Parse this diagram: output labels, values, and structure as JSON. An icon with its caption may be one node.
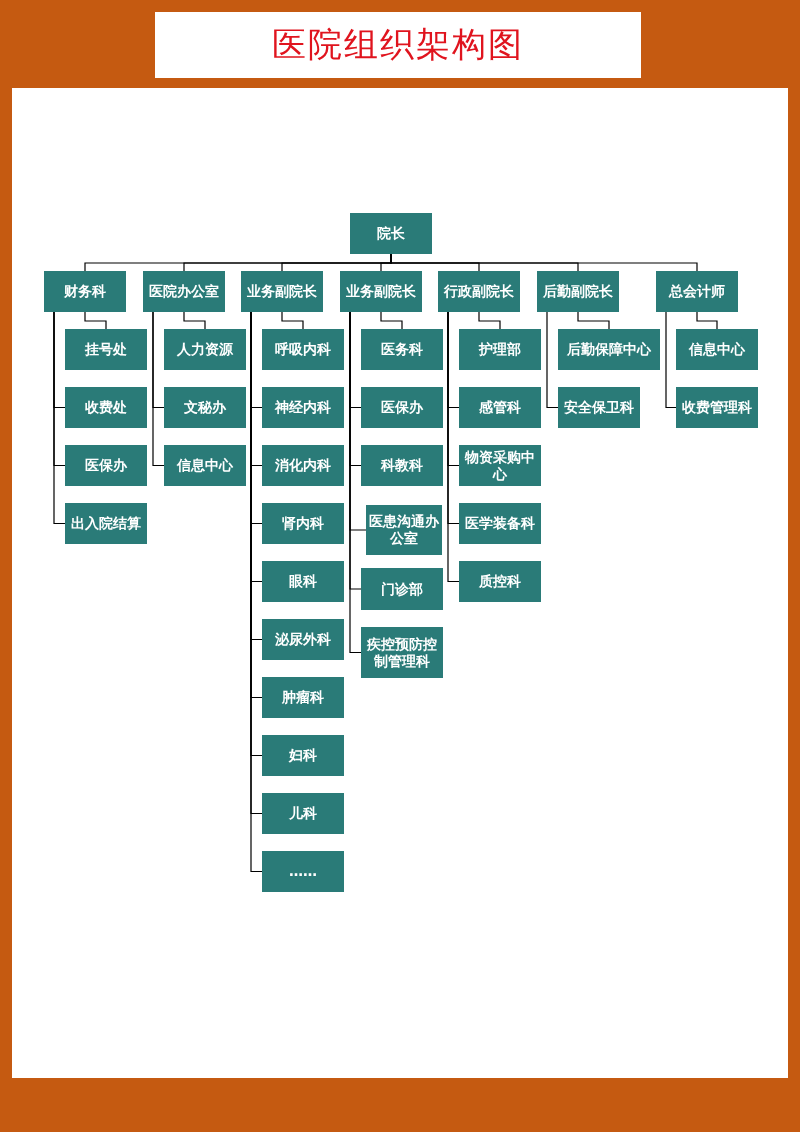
{
  "diagram": {
    "title": "医院组织架构图",
    "nodes": [
      {
        "text": [
          "院长"
        ]
      },
      {
        "text": [
          "财务科"
        ]
      },
      {
        "text": [
          "医院办公室"
        ]
      },
      {
        "text": [
          "业务副院长"
        ]
      },
      {
        "text": [
          "业务副院长"
        ]
      },
      {
        "text": [
          "行政副院长"
        ]
      },
      {
        "text": [
          "后勤副院长"
        ]
      },
      {
        "text": [
          "总会计师"
        ]
      },
      {
        "text": [
          "挂号处"
        ]
      },
      {
        "text": [
          "收费处"
        ]
      },
      {
        "text": [
          "医保办"
        ]
      },
      {
        "text": [
          "出入院结算"
        ]
      },
      {
        "text": [
          "人力资源"
        ]
      },
      {
        "text": [
          "文秘办"
        ]
      },
      {
        "text": [
          "信息中心"
        ]
      },
      {
        "text": [
          "呼吸内科"
        ]
      },
      {
        "text": [
          "神经内科"
        ]
      },
      {
        "text": [
          "消化内科"
        ]
      },
      {
        "text": [
          "肾内科"
        ]
      },
      {
        "text": [
          "眼科"
        ]
      },
      {
        "text": [
          "泌尿外科"
        ]
      },
      {
        "text": [
          "肿瘤科"
        ]
      },
      {
        "text": [
          "妇科"
        ]
      },
      {
        "text": [
          "儿科"
        ]
      },
      {
        "text": [
          "……"
        ]
      },
      {
        "text": [
          "医务科"
        ]
      },
      {
        "text": [
          "医保办"
        ]
      },
      {
        "text": [
          "科教科"
        ]
      },
      {
        "text": [
          "医患沟通办公室"
        ]
      },
      {
        "text": [
          "门诊部"
        ]
      },
      {
        "text": [
          "疾控预防控制管理科"
        ]
      },
      {
        "text": [
          "护理部"
        ]
      },
      {
        "text": [
          "感管科"
        ]
      },
      {
        "text": [
          "物资采购中心"
        ]
      },
      {
        "text": [
          "医学装备科"
        ]
      },
      {
        "text": [
          "质控科"
        ]
      },
      {
        "text": [
          "后勤保障中心"
        ]
      },
      {
        "text": [
          "安全保卫科"
        ]
      },
      {
        "text": [
          "信息中心"
        ]
      },
      {
        "text": [
          "收费管理科"
        ]
      }
    ],
    "edges": [
      {
        "from": 0,
        "to": 1,
        "arrow": "none"
      },
      {
        "from": 0,
        "to": 2,
        "arrow": "none"
      },
      {
        "from": 0,
        "to": 3,
        "arrow": "none"
      },
      {
        "from": 0,
        "to": 4,
        "arrow": "none"
      },
      {
        "from": 0,
        "to": 5,
        "arrow": "none"
      },
      {
        "from": 0,
        "to": 6,
        "arrow": "none"
      },
      {
        "from": 0,
        "to": 7,
        "arrow": "none"
      },
      {
        "from": 1,
        "to": 8,
        "arrow": "none"
      },
      {
        "from": 1,
        "to": 9,
        "arrow": "none"
      },
      {
        "from": 1,
        "to": 10,
        "arrow": "none"
      },
      {
        "from": 1,
        "to": 11,
        "arrow": "none"
      },
      {
        "from": 2,
        "to": 12,
        "arrow": "none"
      },
      {
        "from": 2,
        "to": 13,
        "arrow": "none"
      },
      {
        "from": 2,
        "to": 14,
        "arrow": "none"
      },
      {
        "from": 3,
        "to": 15,
        "arrow": "none"
      },
      {
        "from": 3,
        "to": 16,
        "arrow": "none"
      },
      {
        "from": 3,
        "to": 17,
        "arrow": "none"
      },
      {
        "from": 3,
        "to": 18,
        "arrow": "none"
      },
      {
        "from": 3,
        "to": 19,
        "arrow": "none"
      },
      {
        "from": 3,
        "to": 20,
        "arrow": "none"
      },
      {
        "from": 3,
        "to": 21,
        "arrow": "none"
      },
      {
        "from": 3,
        "to": 22,
        "arrow": "none"
      },
      {
        "from": 3,
        "to": 23,
        "arrow": "none"
      },
      {
        "from": 3,
        "to": 24,
        "arrow": "none"
      },
      {
        "from": 4,
        "to": 25,
        "arrow": "none"
      },
      {
        "from": 4,
        "to": 26,
        "arrow": "none"
      },
      {
        "from": 4,
        "to": 27,
        "arrow": "none"
      },
      {
        "from": 4,
        "to": 28,
        "arrow": "none"
      },
      {
        "from": 4,
        "to": 29,
        "arrow": "none"
      },
      {
        "from": 4,
        "to": 30,
        "arrow": "none"
      },
      {
        "from": 5,
        "to": 31,
        "arrow": "none"
      },
      {
        "from": 5,
        "to": 32,
        "arrow": "none"
      },
      {
        "from": 5,
        "to": 33,
        "arrow": "none"
      },
      {
        "from": 5,
        "to": 34,
        "arrow": "none"
      },
      {
        "from": 5,
        "to": 35,
        "arrow": "none"
      },
      {
        "from": 6,
        "to": 36,
        "arrow": "none"
      },
      {
        "from": 6,
        "to": 37,
        "arrow": "none"
      },
      {
        "from": 7,
        "to": 38,
        "arrow": "none"
      },
      {
        "from": 7,
        "to": 39,
        "arrow": "none"
      }
    ]
  }
}
